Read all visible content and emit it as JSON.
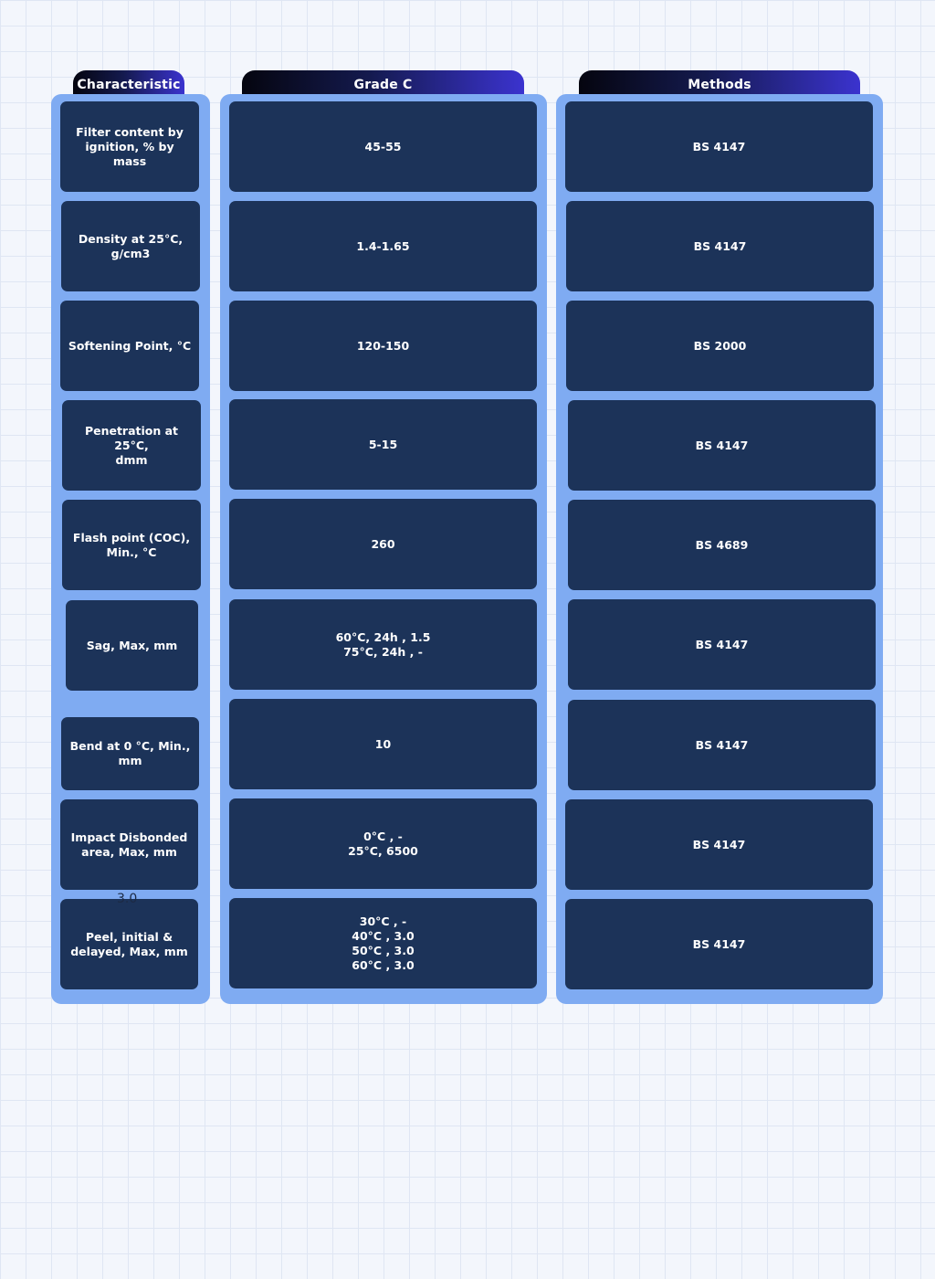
{
  "headers": {
    "characteristic": "Characteristic",
    "grade": "Grade C",
    "methods": "Methods"
  },
  "rows": [
    {
      "characteristic": "Filter content by\nignition, % by mass",
      "grade": "45-55",
      "method": "BS 4147"
    },
    {
      "characteristic": "Density at 25°C,\ng/cm3",
      "grade": "1.4-1.65",
      "method": "BS 4147"
    },
    {
      "characteristic": "Softening Point, °C",
      "grade": "120-150",
      "method": "BS 2000"
    },
    {
      "characteristic": "Penetration at 25°C,\ndmm",
      "grade": "5-15",
      "method": "BS 4147"
    },
    {
      "characteristic": "Flash point (COC),\nMin., °C",
      "grade": "260",
      "method": "BS 4689"
    },
    {
      "characteristic": "Sag, Max, mm",
      "grade": "60°C, 24h ,  1.5\n75°C, 24h ,   -",
      "method": "BS 4147"
    },
    {
      "characteristic": "Bend at 0 °C, Min.,\nmm",
      "grade": "10",
      "method": "BS 4147"
    },
    {
      "characteristic": "Impact Disbonded\narea, Max, mm",
      "grade": "0°C , -\n25°C, 6500",
      "method": "BS 4147"
    },
    {
      "characteristic": "Peel, initial &\ndelayed, Max, mm",
      "grade": "30°C  ,  -\n40°C , 3.0\n50°C ,  3.0\n60°C , 3.0",
      "method": "BS 4147"
    }
  ],
  "stray_text": "3.0"
}
